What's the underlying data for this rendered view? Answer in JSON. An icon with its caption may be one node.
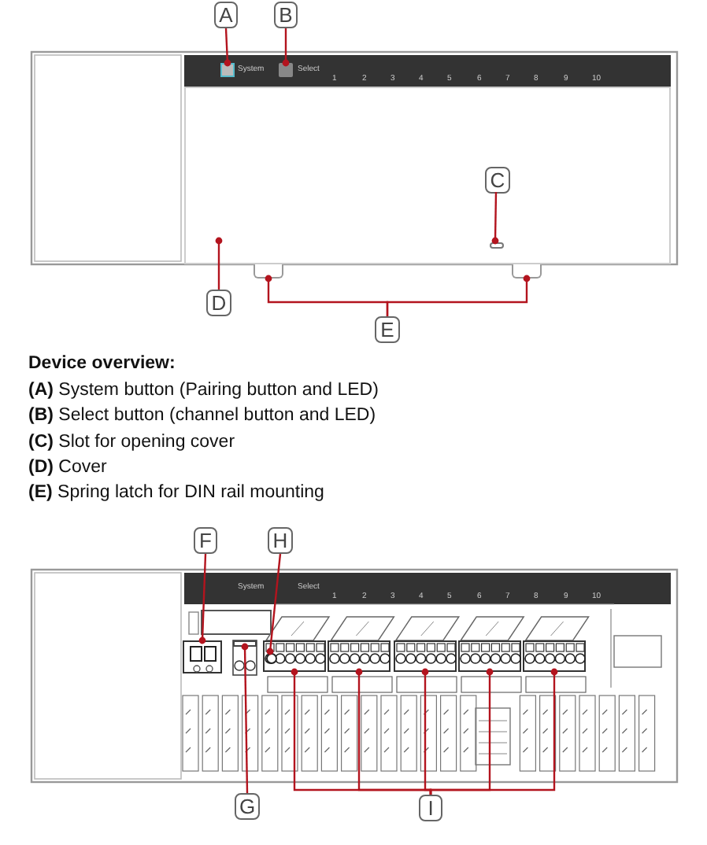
{
  "diagram": {
    "nodes": [
      {
        "text": [
          "A"
        ]
      },
      {
        "text": [
          "B"
        ]
      },
      {
        "text": [],
        "shape": "box"
      },
      {
        "text": [],
        "shape": "box"
      },
      {
        "text": [
          "C"
        ],
        "in": 7
      },
      {
        "text": [],
        "shape": "box",
        "in": 7
      },
      {
        "text": [
          "D"
        ]
      },
      {
        "text": [],
        "shape": "box"
      },
      {
        "text": [
          "E"
        ]
      },
      {
        "text": [],
        "shape": "box"
      },
      {
        "text": [],
        "shape": "box"
      },
      {
        "text": [
          "F"
        ]
      },
      {
        "text": [],
        "shape": "box"
      },
      {
        "text": [
          "H"
        ]
      },
      {
        "text": [
          "G"
        ]
      },
      {
        "text": [],
        "shape": "box"
      },
      {
        "text": [
          "I"
        ]
      },
      {
        "text": [],
        "shape": "box"
      },
      {
        "text": [],
        "shape": "box"
      },
      {
        "text": [],
        "shape": "box"
      },
      {
        "text": [],
        "shape": "box"
      },
      {
        "text": [],
        "shape": "box"
      },
      {
        "text": [],
        "shape": "circle",
        "in": 17
      }
    ],
    "edges": [
      {
        "from": 0,
        "to": 2,
        "arrow": "other"
      },
      {
        "from": 1,
        "to": 3,
        "arrow": "other"
      },
      {
        "from": 4,
        "to": 5,
        "arrow": "other"
      },
      {
        "from": 6,
        "to": 7,
        "arrow": "other"
      },
      {
        "from": 8,
        "to": 9,
        "arrow": "other"
      },
      {
        "from": 8,
        "to": 10,
        "arrow": "other"
      },
      {
        "from": 11,
        "to": 12,
        "arrow": "other"
      },
      {
        "from": 13,
        "to": 22,
        "arrow": "other"
      },
      {
        "from": 14,
        "to": 15,
        "arrow": "other"
      },
      {
        "from": 16,
        "to": 17,
        "arrow": "other"
      },
      {
        "from": 16,
        "to": 18,
        "arrow": "other"
      },
      {
        "from": 16,
        "to": 19,
        "arrow": "other"
      },
      {
        "from": 16,
        "to": 20,
        "arrow": "other"
      },
      {
        "from": 16,
        "to": 21,
        "arrow": "other"
      }
    ],
    "labels": [
      "System",
      "Select",
      "1",
      "2",
      "3",
      "4",
      "5",
      "6",
      "7",
      "8",
      "9",
      "10",
      "Device overview:",
      "**(A)** System button (Pairing button and LED)",
      "**(B)** Select button (channel button and LED)",
      "**(C)** Slot for opening cover",
      "**(D)** Cover",
      "**(E)** Spring latch for DIN rail mounting",
      "System",
      "Select",
      "1",
      "2",
      "3",
      "4",
      "5",
      "6",
      "7",
      "8",
      "9",
      "10"
    ]
  }
}
